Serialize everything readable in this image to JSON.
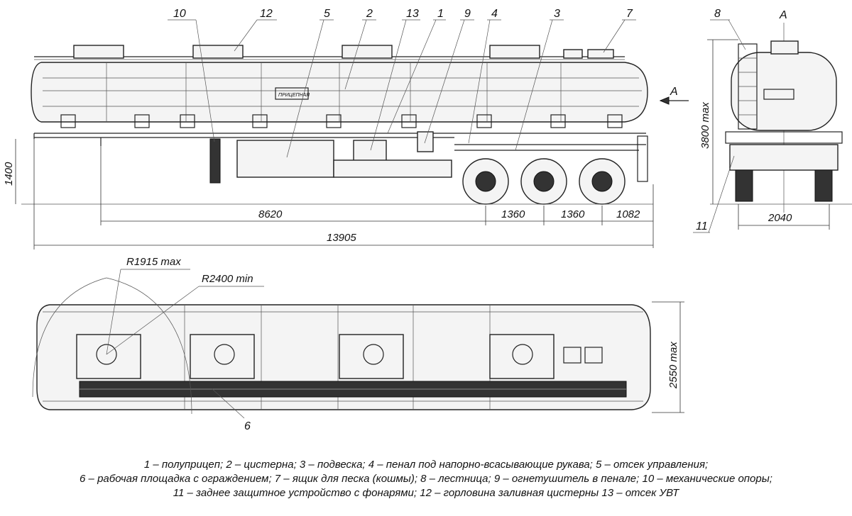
{
  "view_label": "A",
  "view_arrow_label": "A",
  "callouts": {
    "side": [
      "10",
      "12",
      "5",
      "2",
      "13",
      "1",
      "9",
      "4",
      "3",
      "7"
    ],
    "rear": [
      "8",
      "11"
    ],
    "top": [
      "6"
    ]
  },
  "dimensions": {
    "height_1400": "1400",
    "wheelbase_8620": "8620",
    "axle_1360_a": "1360",
    "axle_1360_b": "1360",
    "overhang_1082": "1082",
    "length_13905": "13905",
    "height_3800": "3800 max",
    "track_2040": "2040",
    "width_2550": "2550 max",
    "radius_1915": "R1915 max",
    "radius_2400": "R2400 min"
  },
  "tank_plate": "ПРИЦЕПНАЯ",
  "legend": [
    "1 – полуприцеп; 2 – цистерна; 3 – подвеска; 4 – пенал под напорно-всасывающие рукава; 5 – отсек управления;",
    "6 – рабочая площадка с ограждением; 7 – ящик для песка (кошмы); 8 – лестница; 9 – огнетушитель в пенале; 10 – механические опоры;",
    "11 – заднее защитное устройство с фонарями; 12 – горловина заливная цистерны 13 – отсек УВТ"
  ]
}
